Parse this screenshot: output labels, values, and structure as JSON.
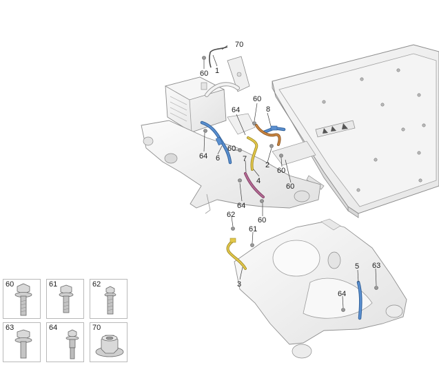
{
  "callouts": {
    "c70": "70",
    "c60a": "60",
    "c1": "1",
    "c60b": "60",
    "c8": "8",
    "c64a": "64",
    "c64b": "64",
    "c6": "6",
    "c60c": "60",
    "c7": "7",
    "c2": "2",
    "c60d": "60",
    "c4": "4",
    "c60e": "60",
    "c64c": "64",
    "c60f": "60",
    "c62": "62",
    "c61": "61",
    "c3": "3",
    "c5": "5",
    "c63": "63",
    "c64d": "64"
  },
  "legend": {
    "p60": "60",
    "p61": "61",
    "p62": "62",
    "p63": "63",
    "p64": "64",
    "p70": "70"
  },
  "colors": {
    "blue_line": "#5a8fcf",
    "yellow_line": "#e3c84a",
    "orange_line": "#c98540",
    "magenta_line": "#b56a94"
  }
}
